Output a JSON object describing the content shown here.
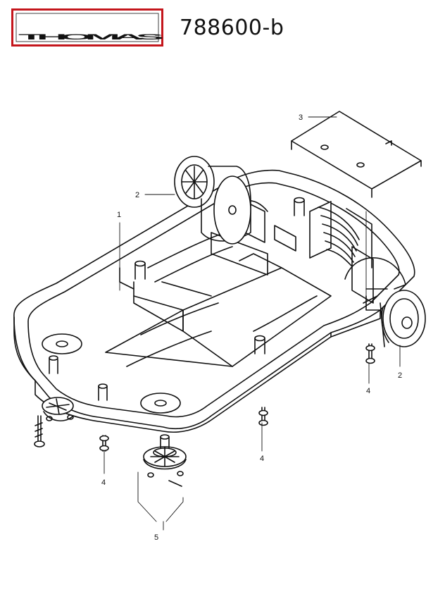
{
  "brand": {
    "name": "THOMAS",
    "color": "#c4161c"
  },
  "document": {
    "part_number": "788600-b"
  },
  "callouts": [
    {
      "id": "1",
      "label": "1"
    },
    {
      "id": "2a",
      "label": "2"
    },
    {
      "id": "2b",
      "label": "2"
    },
    {
      "id": "3",
      "label": "3"
    },
    {
      "id": "4a",
      "label": "4"
    },
    {
      "id": "4b",
      "label": "4"
    },
    {
      "id": "4c",
      "label": "4"
    },
    {
      "id": "5",
      "label": "5"
    }
  ]
}
